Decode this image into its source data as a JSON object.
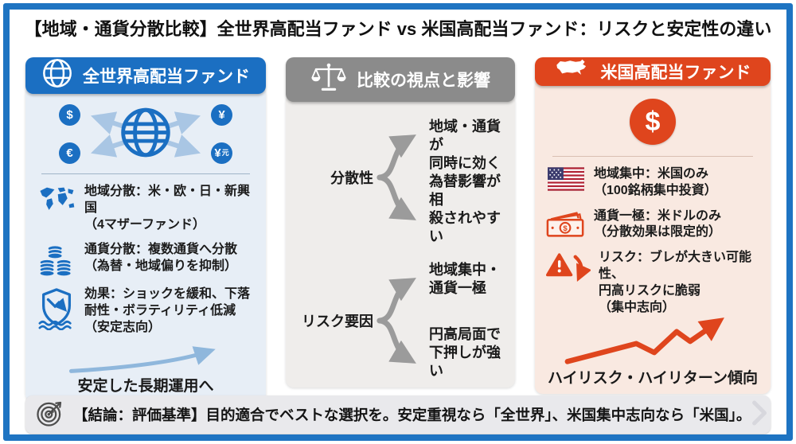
{
  "title": "【地域・通貨分散比較】全世界高配当ファンド vs 米国高配当ファンド：リスクと安定性の違い",
  "colors": {
    "accent_blue": "#1b6fc2",
    "accent_red": "#df451d",
    "accent_gray": "#8b8b8b",
    "frame_blue": "#1e74c2"
  },
  "left": {
    "header": "全世界高配当ファンド",
    "currency": {
      "usd": "$",
      "eur": "€",
      "jpy": "¥",
      "cny_main": "¥",
      "cny_sub": "元"
    },
    "items": [
      {
        "line1": "地域分散：米・欧・日・新興国",
        "line2": "（4マザーファンド）"
      },
      {
        "line1": "通貨分散：複数通貨へ分散",
        "line2": "（為替・地域偏りを抑制）"
      },
      {
        "line1": "効果：ショックを緩和、下落",
        "line2": "耐性・ボラティリティ低減",
        "line3": "（安定志向）"
      }
    ],
    "outcome": "安定した長期運用へ"
  },
  "center": {
    "header": "比較の視点と影響",
    "branches": [
      {
        "label": "分散性",
        "top1": "地域・通貨が",
        "top2": "同時に効く",
        "bottom1": "為替影響が相",
        "bottom2": "殺されやすい"
      },
      {
        "label": "リスク要因",
        "top1": "地域集中・",
        "top2": "通貨一極",
        "bottom1": "円高局面で",
        "bottom2": "下押しが強い"
      }
    ]
  },
  "right": {
    "header": "米国高配当ファンド",
    "dollar_symbol": "$",
    "items": [
      {
        "line1": "地域集中：米国のみ",
        "line2": "（100銘柄集中投資）"
      },
      {
        "line1": "通貨一極：米ドルのみ",
        "line2": "（分散効果は限定的）"
      },
      {
        "line1": "リスク：ブレが大きい可能性、",
        "line2": "円高リスクに脆弱",
        "line3": "（集中志向）"
      }
    ],
    "outcome": "ハイリスク・ハイリターン傾向"
  },
  "conclusion": {
    "text": "【結論：評価基準】目的適合でベストな選択を。安定重視なら「全世界」、米国集中志向なら「米国」。"
  }
}
